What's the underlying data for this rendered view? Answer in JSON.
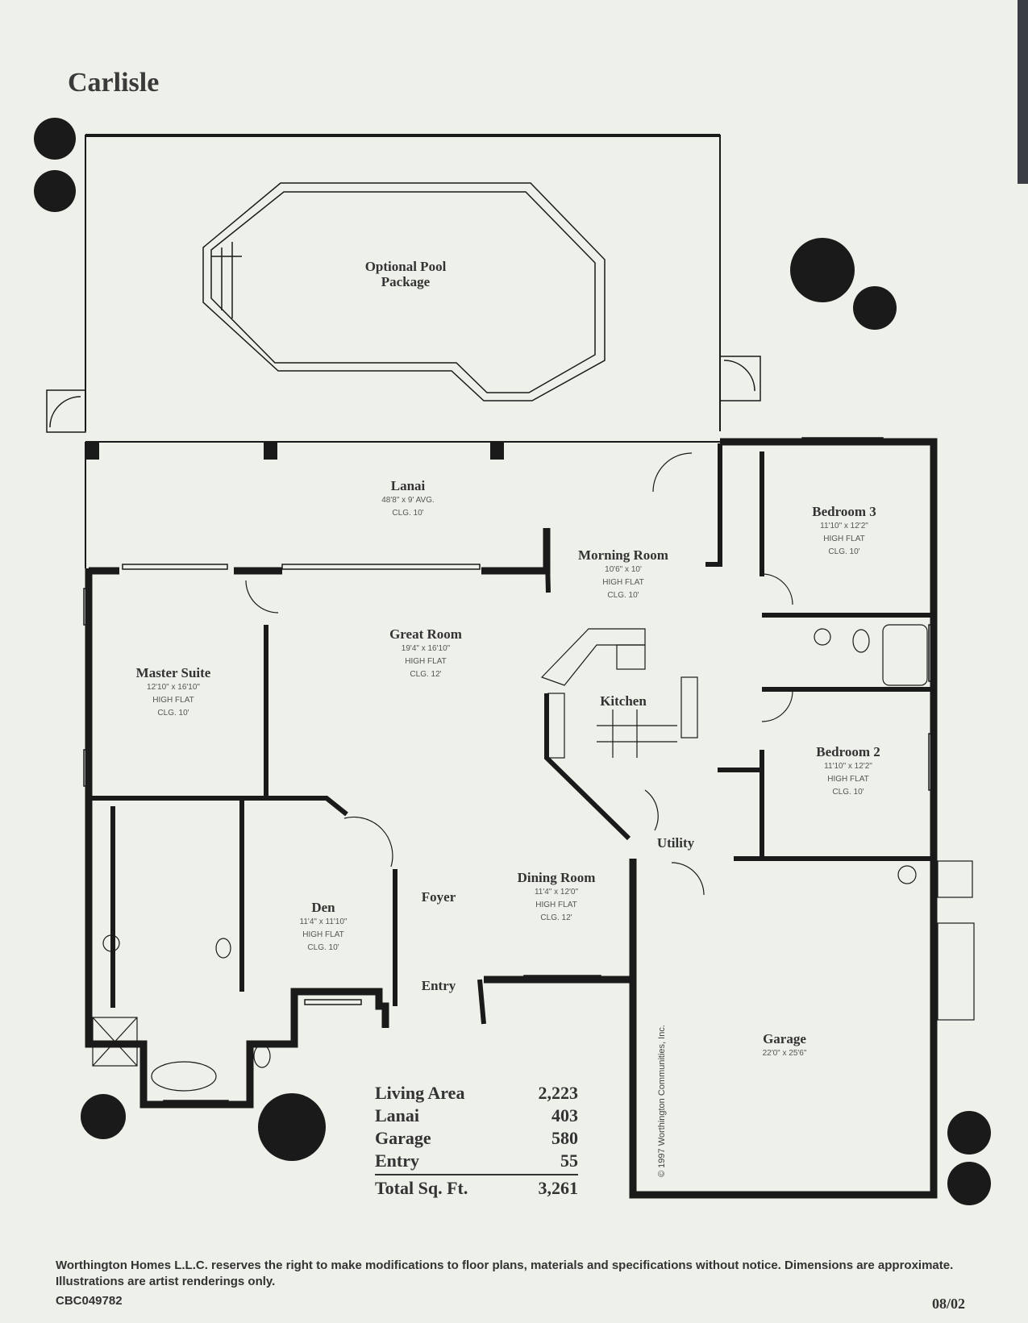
{
  "title": "Carlisle",
  "rooms": {
    "pool": {
      "name_line1": "Optional Pool",
      "name_line2": "Package"
    },
    "lanai": {
      "name": "Lanai",
      "dims": "48'8\" x 9' AVG.",
      "ceiling": "CLG. 10'"
    },
    "morning_room": {
      "name": "Morning Room",
      "dims": "10'6\" x 10'",
      "type": "HIGH FLAT",
      "ceiling": "CLG. 10'"
    },
    "bedroom_3": {
      "name": "Bedroom 3",
      "dims": "11'10\" x 12'2\"",
      "type": "HIGH FLAT",
      "ceiling": "CLG. 10'"
    },
    "great_room": {
      "name": "Great Room",
      "dims": "19'4\" x 16'10\"",
      "type": "HIGH FLAT",
      "ceiling": "CLG. 12'"
    },
    "master_suite": {
      "name": "Master Suite",
      "dims": "12'10\" x 16'10\"",
      "type": "HIGH FLAT",
      "ceiling": "CLG. 10'"
    },
    "kitchen": {
      "name": "Kitchen"
    },
    "bedroom_2": {
      "name": "Bedroom 2",
      "dims": "11'10\" x 12'2\"",
      "type": "HIGH FLAT",
      "ceiling": "CLG. 10'"
    },
    "utility": {
      "name": "Utility"
    },
    "dining_room": {
      "name": "Dining Room",
      "dims": "11'4\" x 12'0\"",
      "type": "HIGH FLAT",
      "ceiling": "CLG. 12'"
    },
    "foyer": {
      "name": "Foyer"
    },
    "den": {
      "name": "Den",
      "dims": "11'4\" x 11'10\"",
      "type": "HIGH FLAT",
      "ceiling": "CLG. 10'"
    },
    "entry": {
      "name": "Entry"
    },
    "garage": {
      "name": "Garage",
      "dims": "22'0\" x 25'6\""
    }
  },
  "area_table": {
    "rows": [
      {
        "label": "Living Area",
        "value": "2,223"
      },
      {
        "label": "Lanai",
        "value": "403"
      },
      {
        "label": "Garage",
        "value": "580"
      },
      {
        "label": "Entry",
        "value": "55"
      }
    ],
    "total": {
      "label": "Total Sq. Ft.",
      "value": "3,261"
    }
  },
  "copyright": "© 1997 Worthington Communities, Inc.",
  "footer": {
    "disclaimer": "Worthington Homes L.L.C. reserves the right to make modifications to floor plans, materials and specifications without notice. Dimensions are approximate. Illustrations are artist renderings only.",
    "code": "CBC049782",
    "date": "08/02"
  },
  "colors": {
    "paper": "#eef1ea",
    "ink": "#1a1a1a",
    "text": "#333333"
  }
}
